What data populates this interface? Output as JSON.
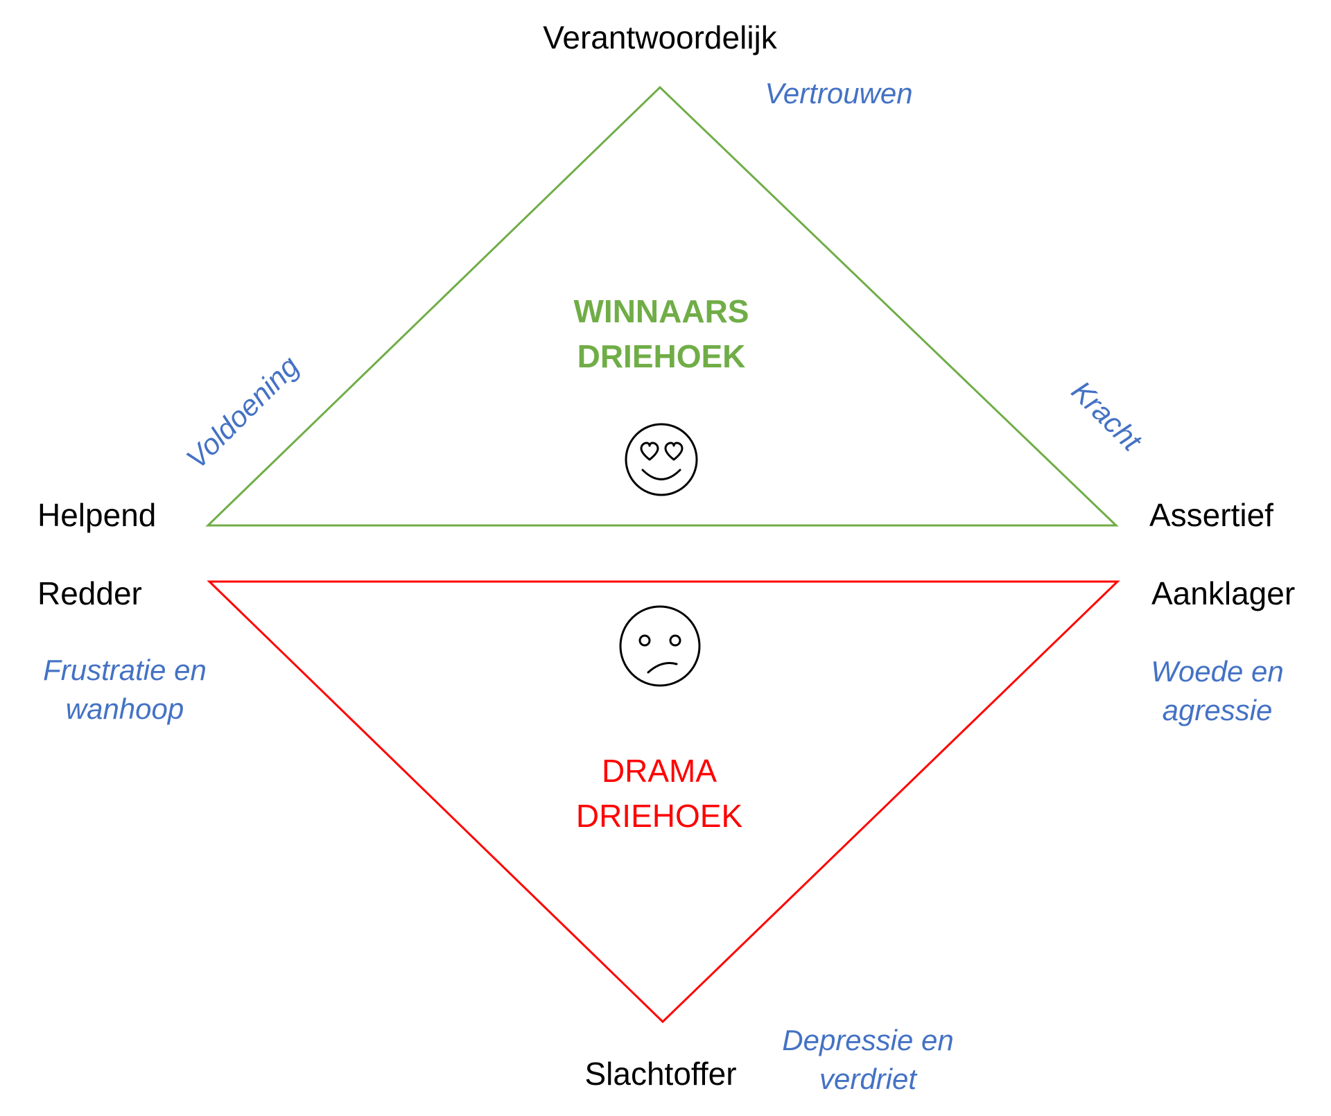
{
  "colors": {
    "winner_line": "#70AD47",
    "drama_line": "#FF0000",
    "emotion_text": "#4472C4",
    "role_text": "#000000"
  },
  "winner_triangle": {
    "title_line1": "WINNAARS",
    "title_line2": "DRIEHOEK",
    "top_role": "Verantwoordelijk",
    "left_role": "Helpend",
    "right_role": "Assertief",
    "top_emotion": "Vertrouwen",
    "left_emotion": "Voldoening",
    "right_emotion": "Kracht",
    "icon": "heart-eyes-smiley-icon"
  },
  "drama_triangle": {
    "title_line1": "DRAMA",
    "title_line2": "DRIEHOEK",
    "left_role": "Redder",
    "right_role": "Aanklager",
    "bottom_role": "Slachtoffer",
    "left_emotion_line1": "Frustratie en",
    "left_emotion_line2": "wanhoop",
    "right_emotion_line1": "Woede en",
    "right_emotion_line2": "agressie",
    "bottom_emotion_line1": "Depressie en",
    "bottom_emotion_line2": "verdriet",
    "icon": "sad-face-icon"
  }
}
